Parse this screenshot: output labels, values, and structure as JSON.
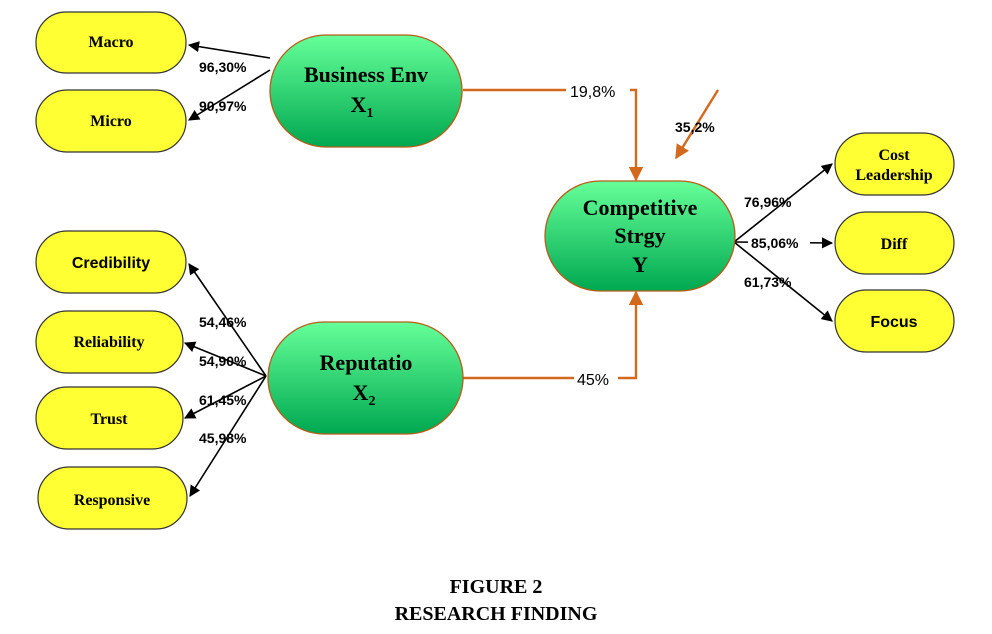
{
  "latents": {
    "x1": {
      "name": "Business Env",
      "symbol": "X",
      "sub": "1"
    },
    "x2": {
      "name": "Reputatio",
      "symbol": "X",
      "sub": "2"
    },
    "y": {
      "line1": "Competitive",
      "line2": "Strgy",
      "symbol": "Y"
    }
  },
  "indicators": {
    "macro": "Macro",
    "micro": "Micro",
    "credibility": "Credibility",
    "reliability": "Reliability",
    "trust": "Trust",
    "responsive": "Responsive",
    "cost_line1": "Cost",
    "cost_line2": "Leadership",
    "diff": "Diff",
    "focus": "Focus"
  },
  "loadings": {
    "macro": "96,30%",
    "micro": "90,97%",
    "credibility": "54,46%",
    "reliability": "54,90%",
    "trust": "61,45%",
    "responsive": "45,98%",
    "cost": "76,96%",
    "diff": "85,06%",
    "focus": "61,73%"
  },
  "paths": {
    "x1_y": "19,8%",
    "x2_y": "45%",
    "error": "35,2%"
  },
  "caption": {
    "line1": "FIGURE 2",
    "line2": "RESEARCH FINDING"
  },
  "colors": {
    "indicator_fill": "#ffff33",
    "latent_gradient_top": "#66ff99",
    "latent_gradient_bottom": "#00a850",
    "path_color": "#d2691e"
  }
}
